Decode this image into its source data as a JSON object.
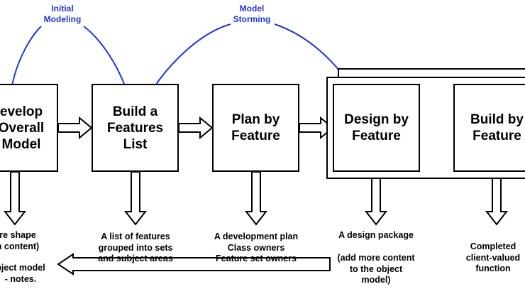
{
  "diagram": {
    "annotations": {
      "initial_modeling": "Initial\nModeling",
      "model_storming": "Model\nStorming"
    },
    "processes": {
      "develop_model": "evelop\nOverall\nModel",
      "build_features_list": "Build a\nFeatures\nList",
      "plan_by_feature": "Plan by\nFeature",
      "design_by_feature": "Design by\nFeature",
      "build_by_feature": "Build by\nFeature"
    },
    "outputs": {
      "develop_model_shape": "re shape\nn content)",
      "develop_model_notes": "bject model\n- notes.",
      "features_list": "A list of features\ngrouped into sets\nand subject areas",
      "plan": "A development plan\nClass owners\nFeature set owners",
      "design_package": "A design package",
      "design_package_note": "(add more content\nto the object\nmodel)",
      "build": "Completed\nclient-valued\nfunction"
    },
    "colors": {
      "annotation": "#1f35d6",
      "stroke": "#000000",
      "fill": "#ffffff"
    }
  }
}
